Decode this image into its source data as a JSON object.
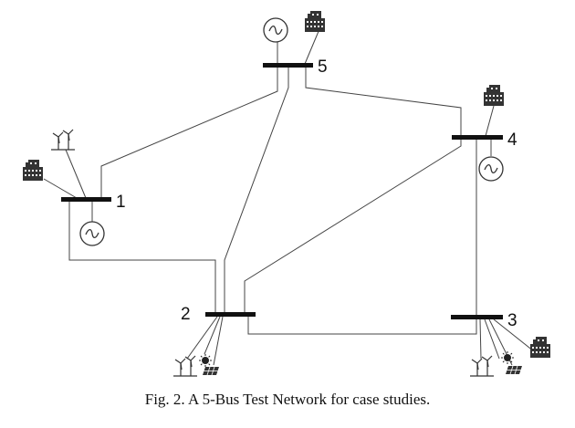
{
  "diagram": {
    "buses": [
      {
        "id": "bus-1",
        "label": "1"
      },
      {
        "id": "bus-2",
        "label": "2"
      },
      {
        "id": "bus-3",
        "label": "3"
      },
      {
        "id": "bus-4",
        "label": "4"
      },
      {
        "id": "bus-5",
        "label": "5"
      }
    ],
    "components": [
      {
        "bus": "5",
        "type": "generator-icon"
      },
      {
        "bus": "5",
        "type": "load-building-icon"
      },
      {
        "bus": "4",
        "type": "load-building-icon"
      },
      {
        "bus": "4",
        "type": "generator-icon"
      },
      {
        "bus": "1",
        "type": "load-building-icon"
      },
      {
        "bus": "1",
        "type": "wind-turbine-icon"
      },
      {
        "bus": "1",
        "type": "generator-icon"
      },
      {
        "bus": "2",
        "type": "wind-turbine-icon"
      },
      {
        "bus": "2",
        "type": "sun-icon"
      },
      {
        "bus": "2",
        "type": "solar-panel-icon"
      },
      {
        "bus": "3",
        "type": "wind-turbine-icon"
      },
      {
        "bus": "3",
        "type": "sun-icon"
      },
      {
        "bus": "3",
        "type": "solar-panel-icon"
      },
      {
        "bus": "3",
        "type": "load-building-icon"
      }
    ],
    "lines": [
      {
        "from": "1",
        "to": "5"
      },
      {
        "from": "1",
        "to": "2"
      },
      {
        "from": "2",
        "to": "5"
      },
      {
        "from": "2",
        "to": "4"
      },
      {
        "from": "2",
        "to": "3"
      },
      {
        "from": "3",
        "to": "4"
      },
      {
        "from": "4",
        "to": "5"
      }
    ]
  },
  "caption": "Fig. 2.  A 5-Bus Test Network for case studies."
}
